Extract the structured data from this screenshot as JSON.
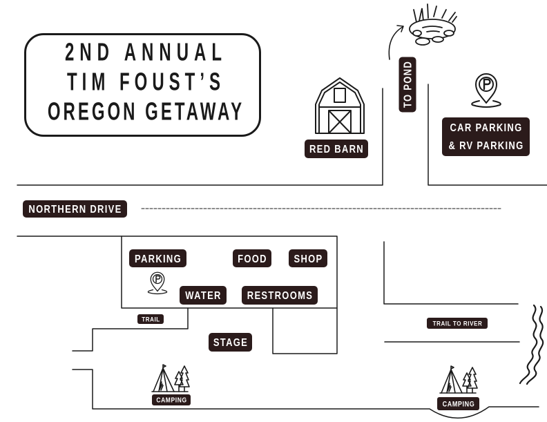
{
  "title": {
    "line1": "2ND ANNUAL",
    "line2": "TIM FOUST’S",
    "line3": "OREGON GETAWAY"
  },
  "roads": {
    "northern_drive": "NORTHERN DRIVE",
    "trail": "TRAIL",
    "trail_to_river": "TRAIL TO RIVER",
    "to_pond": "TO POND"
  },
  "landmarks": {
    "red_barn": "RED BARN",
    "car_parking": "CAR PARKING",
    "rv_parking": "& RV PARKING",
    "stage": "STAGE",
    "camping_west": "CAMPING",
    "camping_east": "CAMPING"
  },
  "venue": {
    "parking": "PARKING",
    "food": "FOOD",
    "shop": "SHOP",
    "water": "WATER",
    "restrooms": "RESTROOMS"
  },
  "icons": {
    "barn": "barn-icon",
    "pond": "pond-icon",
    "pond_arrow": "arrow-icon",
    "car_parking": "parking-pin-icon",
    "venue_parking": "parking-pin-icon",
    "camping": "tent-and-trees-icon",
    "river": "river-icon"
  },
  "colors": {
    "background": "#ffffff",
    "ink": "#1a1a1a",
    "label_fill": "#2b1b1b",
    "label_text": "#ffffff"
  }
}
